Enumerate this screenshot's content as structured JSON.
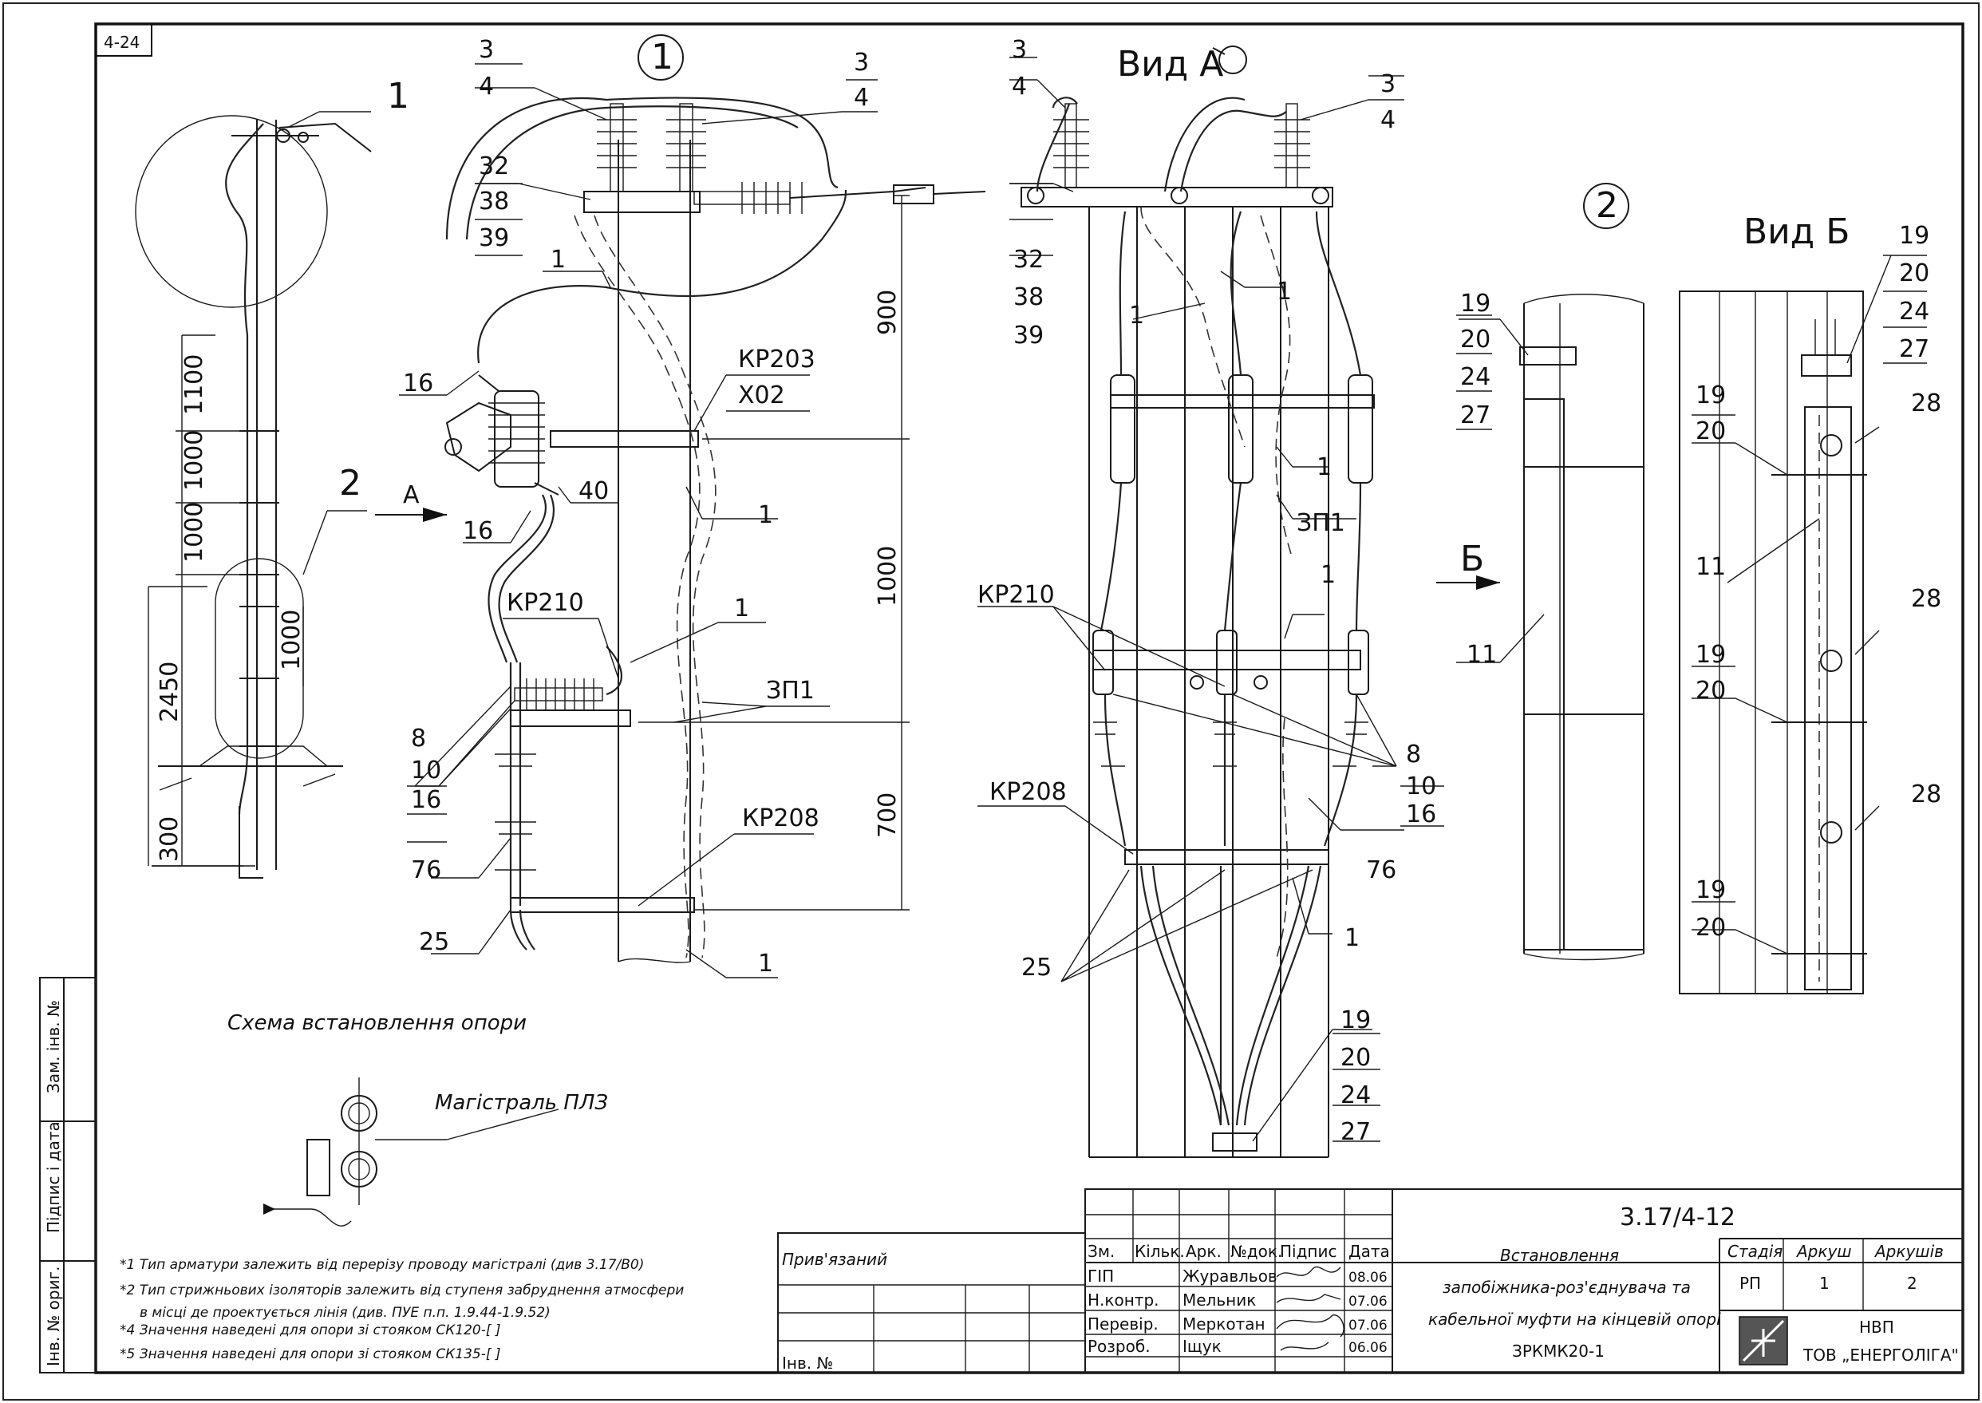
{
  "sheet": {
    "corner": "4-24"
  },
  "views": {
    "callout1": "1",
    "callout2": "2",
    "view_a": "Вид А",
    "view_b": "Вид Б",
    "arrow_a": "А",
    "arrow_b": "Б"
  },
  "scheme": {
    "caption": "Схема встановлення опори",
    "dims": [
      "1100",
      "1000",
      "1000",
      "2450",
      "1000",
      "300"
    ],
    "label1": "1",
    "label2": "2"
  },
  "main_dims": [
    "900",
    "1000",
    "700"
  ],
  "part_labels": {
    "p3": "3",
    "p4": "4",
    "p32": "32",
    "p38": "38",
    "p39": "39",
    "p1": "1",
    "p16": "16",
    "p40": "40",
    "p8": "8",
    "p10": "10",
    "p76": "76",
    "p25": "25",
    "p19": "19",
    "p20": "20",
    "p24": "24",
    "p27": "27",
    "p11": "11",
    "p28": "28",
    "kp203": "КР203",
    "x02": "Х02",
    "kp210": "КР210",
    "zp1": "ЗП1",
    "kp208": "КР208"
  },
  "legend": {
    "label": "Магістраль ПЛЗ"
  },
  "notes": [
    "*1 Тип арматури залежить від перерізу проводу магістралі (див 3.17/В0)",
    "*2 Тип стрижньових ізоляторів залежить від ступеня забруднення атмосфери",
    "в місці де проектується лінія (див. ПУЕ п.п. 1.9.44-1.9.52)",
    "*4 Значення наведені для опори зі стояком СК120-[  ]",
    "*5 Значення наведені для опори зі стояком СК135-[  ]"
  ],
  "side_stamp": [
    "Зам. інв. №",
    "Підпис і дата",
    "Інв. № ориг."
  ],
  "title_block": {
    "attached": "Прив'язаний",
    "inv_no": "Інв. №",
    "headers": [
      "Зм.",
      "Кільк.",
      "Арк.",
      "№док.",
      "Підпис",
      "Дата"
    ],
    "rows": [
      {
        "role": "ГІП",
        "name": "Журавльов",
        "date": "08.06"
      },
      {
        "role": "Н.контр.",
        "name": "Мельник",
        "date": "07.06"
      },
      {
        "role": "Перевір.",
        "name": "Меркотан",
        "date": "07.06"
      },
      {
        "role": "Розроб.",
        "name": "Іщук",
        "date": "06.06"
      }
    ],
    "code": "3.17/4-12",
    "description": [
      "Встановлення",
      "запобіжника-роз'єднувача та",
      "кабельної муфти на кінцевій опорі",
      "ЗРКМК20-1"
    ],
    "stage_label": "Стадія",
    "sheet_label": "Аркуш",
    "sheets_label": "Аркушів",
    "stage": "РП",
    "sheet": "1",
    "sheets": "2",
    "company_line1": "НВП",
    "company_line2": "ТОВ „ЕНЕРГОЛІГА\""
  }
}
